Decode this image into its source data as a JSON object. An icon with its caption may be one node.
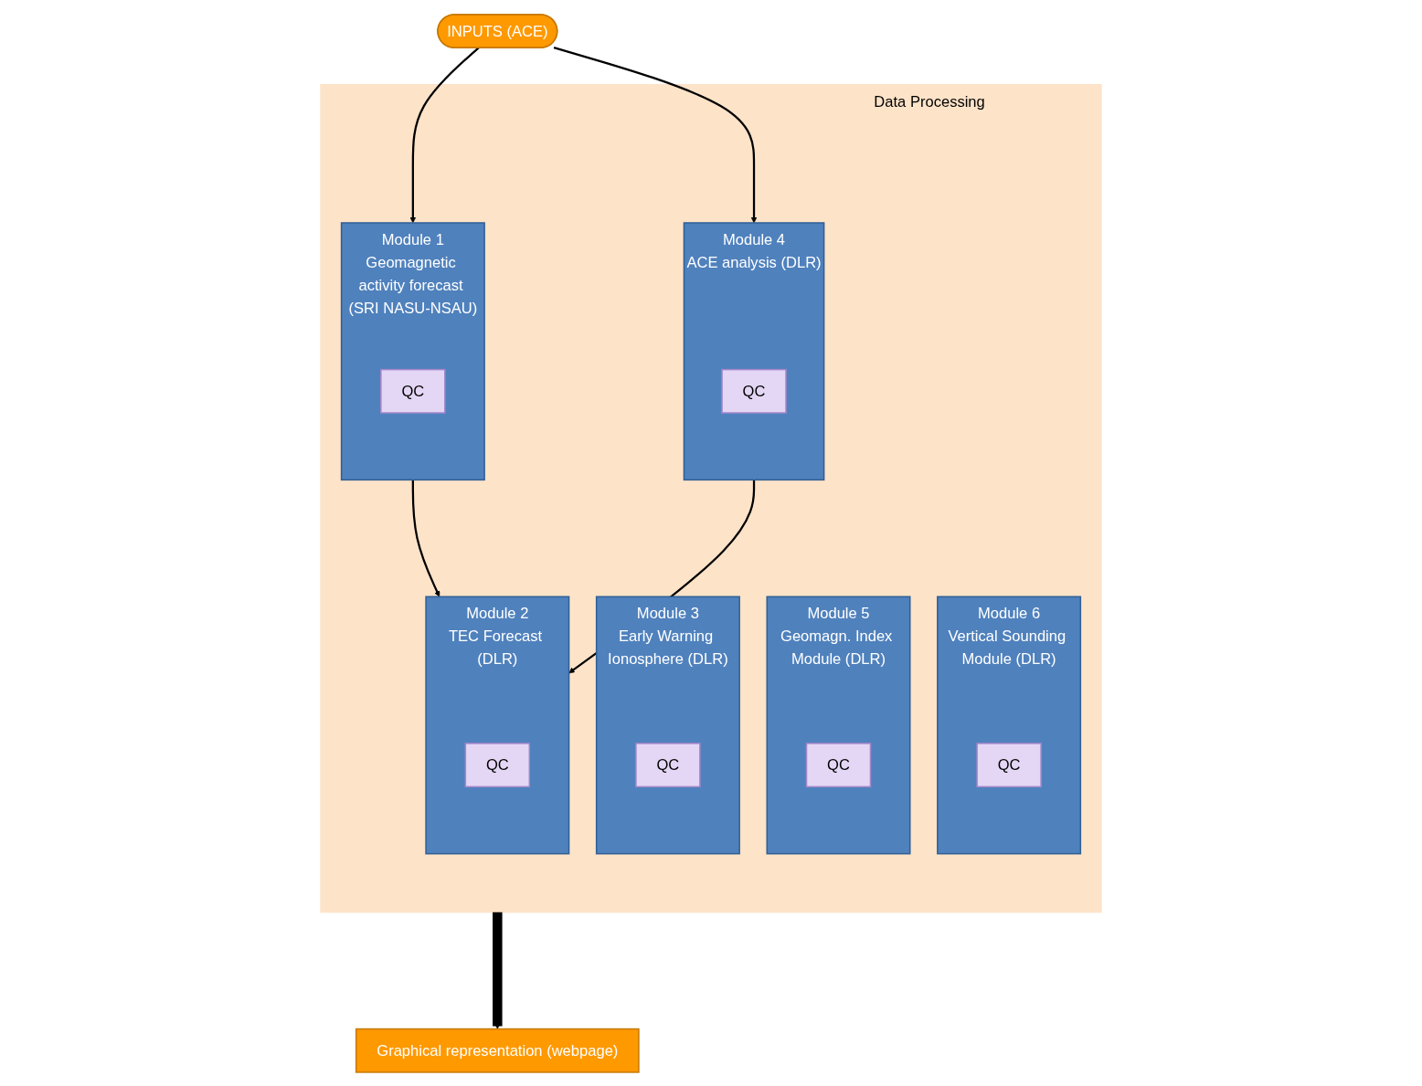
{
  "diagram": {
    "nodes": [
      {
        "text": [
          "INPUTS (ACE)"
        ]
      },
      {
        "text": [
          "Data Processing"
        ]
      },
      {
        "text": [
          "Module 1",
          "Geomagnetic activity forecast (SRI NASU-NSAU)"
        ],
        "in": 1
      },
      {
        "text": [
          "QC"
        ],
        "in": 2
      },
      {
        "text": [
          "Module 4",
          "ACE analysis (DLR)"
        ],
        "in": 1
      },
      {
        "text": [
          "QC"
        ],
        "in": 4
      },
      {
        "text": [
          "Module 6",
          "Vertical Sounding Module (DLR)"
        ],
        "in": 1
      },
      {
        "text": [
          "QC"
        ],
        "in": 6
      },
      {
        "text": [
          "Module 5",
          "Geomagn. Index Module (DLR)"
        ],
        "in": 1
      },
      {
        "text": [
          "QC"
        ],
        "in": 8
      },
      {
        "text": [
          "Module 3",
          "Early Warning Ionosphere (DLR)"
        ],
        "in": 1
      },
      {
        "text": [
          "QC"
        ],
        "in": 10
      },
      {
        "text": [
          "Module 2",
          "TEC Forecast (DLR)"
        ],
        "in": 1
      },
      {
        "text": [
          "QC"
        ],
        "in": 12
      },
      {
        "text": [
          "Graphical representation (webpage)"
        ]
      }
    ],
    "edges": [
      {
        "from": 0,
        "to": 2,
        "arrow": "to"
      },
      {
        "from": 0,
        "to": 4,
        "arrow": "to"
      },
      {
        "from": 2,
        "to": 12,
        "arrow": "to"
      },
      {
        "from": 4,
        "to": 12,
        "arrow": "to"
      },
      {
        "from": 1,
        "to": 14,
        "arrow": "to",
        "style": "thick"
      }
    ]
  }
}
